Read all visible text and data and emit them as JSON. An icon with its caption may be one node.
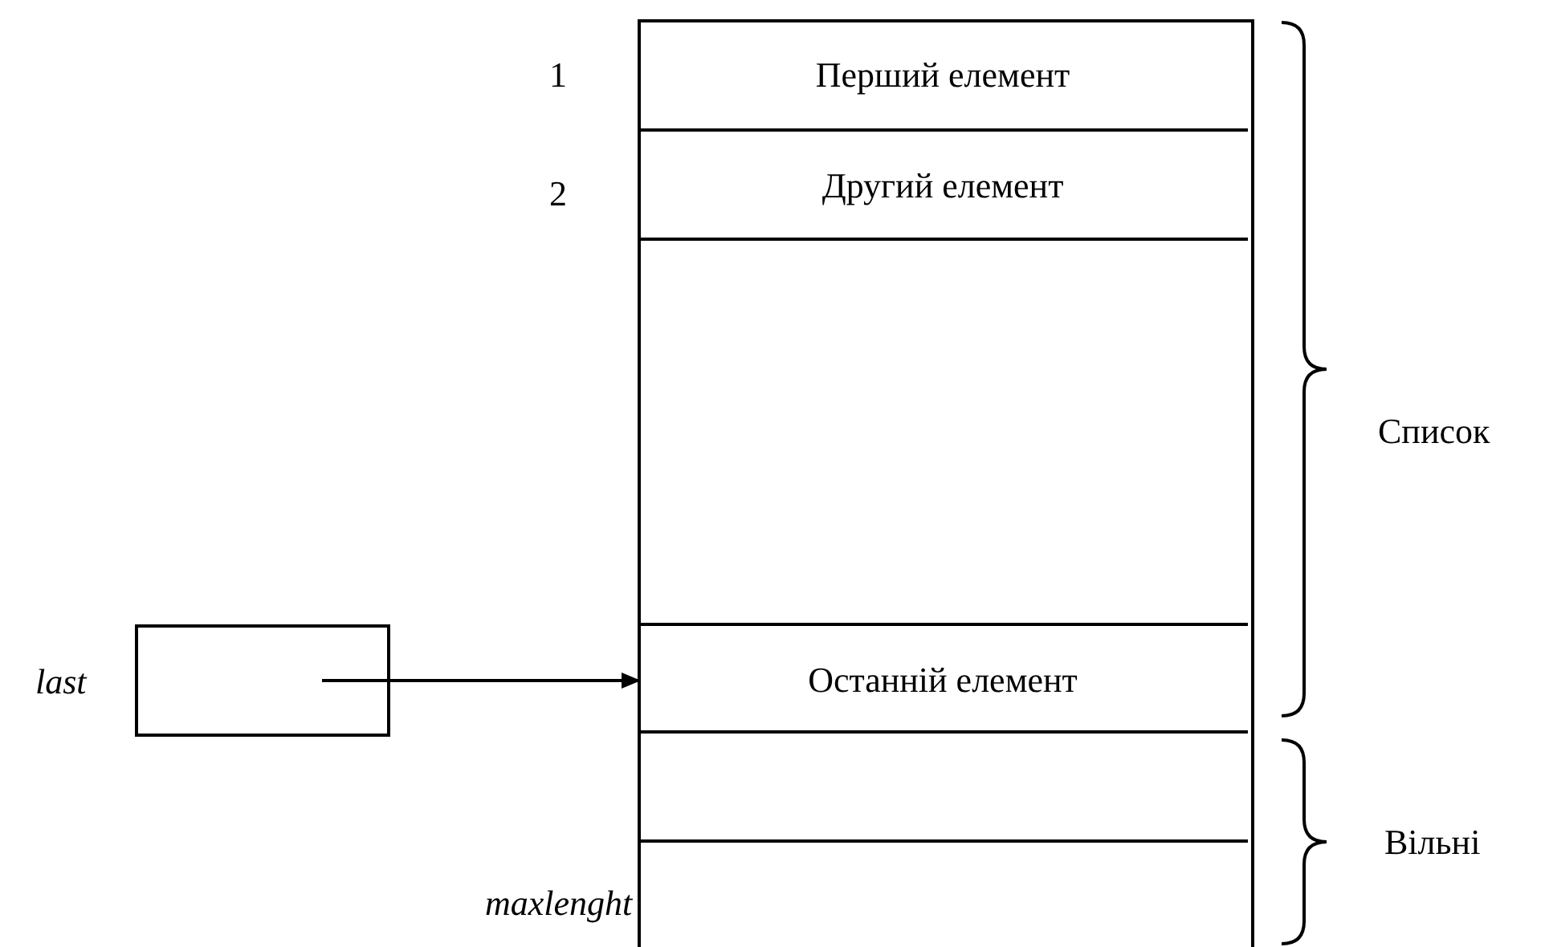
{
  "diagram": {
    "nodes": [
      {
        "text": [],
        "shape": "box"
      },
      {
        "text": [
          "Перший елемент"
        ],
        "in": 0
      },
      {
        "text": [
          "Другий елемент"
        ],
        "in": 0
      },
      {
        "text": [],
        "shape": "box",
        "in": 0
      },
      {
        "text": [
          "Останній елемент"
        ],
        "in": 0
      },
      {
        "text": [],
        "shape": "box",
        "in": 0
      },
      {
        "text": [],
        "shape": "box",
        "in": 0,
        "beside": [
          "maxlenght"
        ]
      },
      {
        "text": [],
        "shape": "box",
        "beside": [
          "last"
        ]
      }
    ],
    "edges": [
      {
        "from": 7,
        "to": 4,
        "arrow": "to"
      }
    ],
    "labels": [
      "1",
      "2",
      "Список",
      "Вільні"
    ]
  }
}
